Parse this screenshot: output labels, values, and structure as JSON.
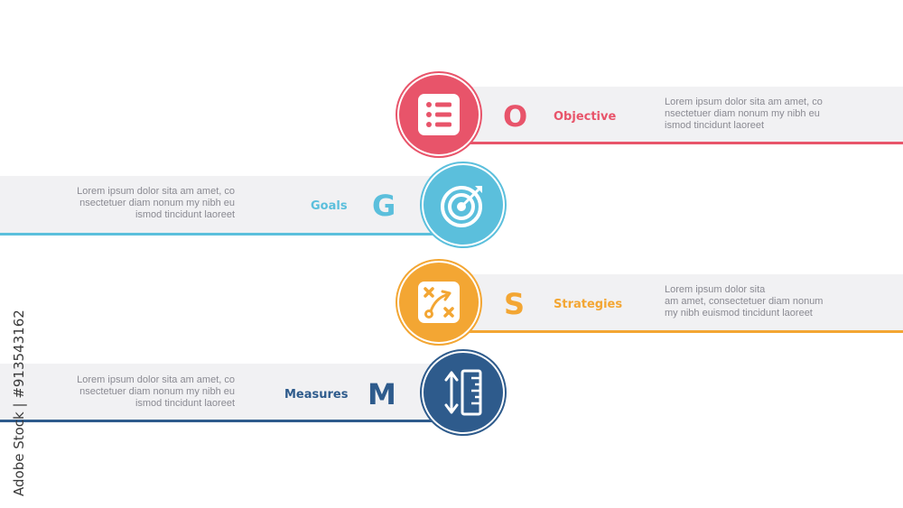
{
  "items": [
    {
      "letter": "O",
      "title": "Objective",
      "color": "#e8546a",
      "icon": "list-icon",
      "lines": [
        "Lorem ipsum dolor sita am amet, co",
        "nsectetuer diam nonum my nibh eu",
        "ismod tincidunt laoreet"
      ]
    },
    {
      "letter": "G",
      "title": "Goals",
      "color": "#5bbfdc",
      "icon": "target-icon",
      "lines": [
        "Lorem ipsum dolor sita am amet, co",
        "nsectetuer diam nonum my nibh eu",
        "ismod tincidunt laoreet"
      ]
    },
    {
      "letter": "S",
      "title": "Strategies",
      "color": "#f3a633",
      "icon": "strategy-icon",
      "lines": [
        "Lorem ipsum dolor sita",
        "am amet, consectetuer diam nonum",
        "my nibh euismod tincidunt laoreet"
      ]
    },
    {
      "letter": "M",
      "title": "Measures",
      "color": "#2e5b8c",
      "icon": "ruler-icon",
      "lines": [
        "Lorem ipsum dolor sita am amet, co",
        "nsectetuer diam nonum my nibh eu",
        "ismod tincidunt laoreet"
      ]
    }
  ],
  "watermark": "Adobe Stock | #913543162"
}
